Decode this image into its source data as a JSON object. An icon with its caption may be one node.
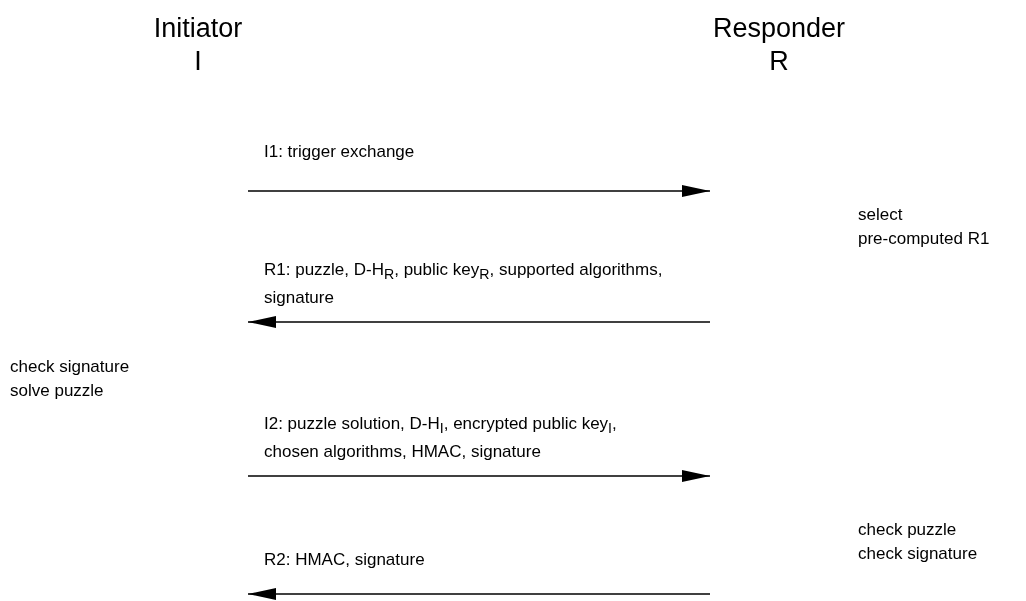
{
  "diagram": {
    "nodes": [
      {
        "text": [
          "Initiator",
          "I"
        ]
      },
      {
        "text": [
          "Responder",
          "R"
        ]
      }
    ],
    "edges": [
      {
        "from": 0,
        "to": 1,
        "arrow": "to",
        "label": "I1: trigger exchange"
      },
      {
        "from": 1,
        "to": 0,
        "arrow": "to",
        "label": "R1: puzzle, D-H$_{R}$, public key$_{R}$, supported algorithms, signature"
      },
      {
        "from": 0,
        "to": 1,
        "arrow": "to",
        "label": "I2: puzzle solution, D-H$_{I}$, encrypted public key$_{I}$, chosen algorithms, HMAC, signature"
      },
      {
        "from": 1,
        "to": 0,
        "arrow": "to",
        "label": "R2: HMAC, signature"
      }
    ],
    "labels": [
      "select pre-computed R1",
      "check signature solve puzzle",
      "check puzzle check signature"
    ]
  }
}
